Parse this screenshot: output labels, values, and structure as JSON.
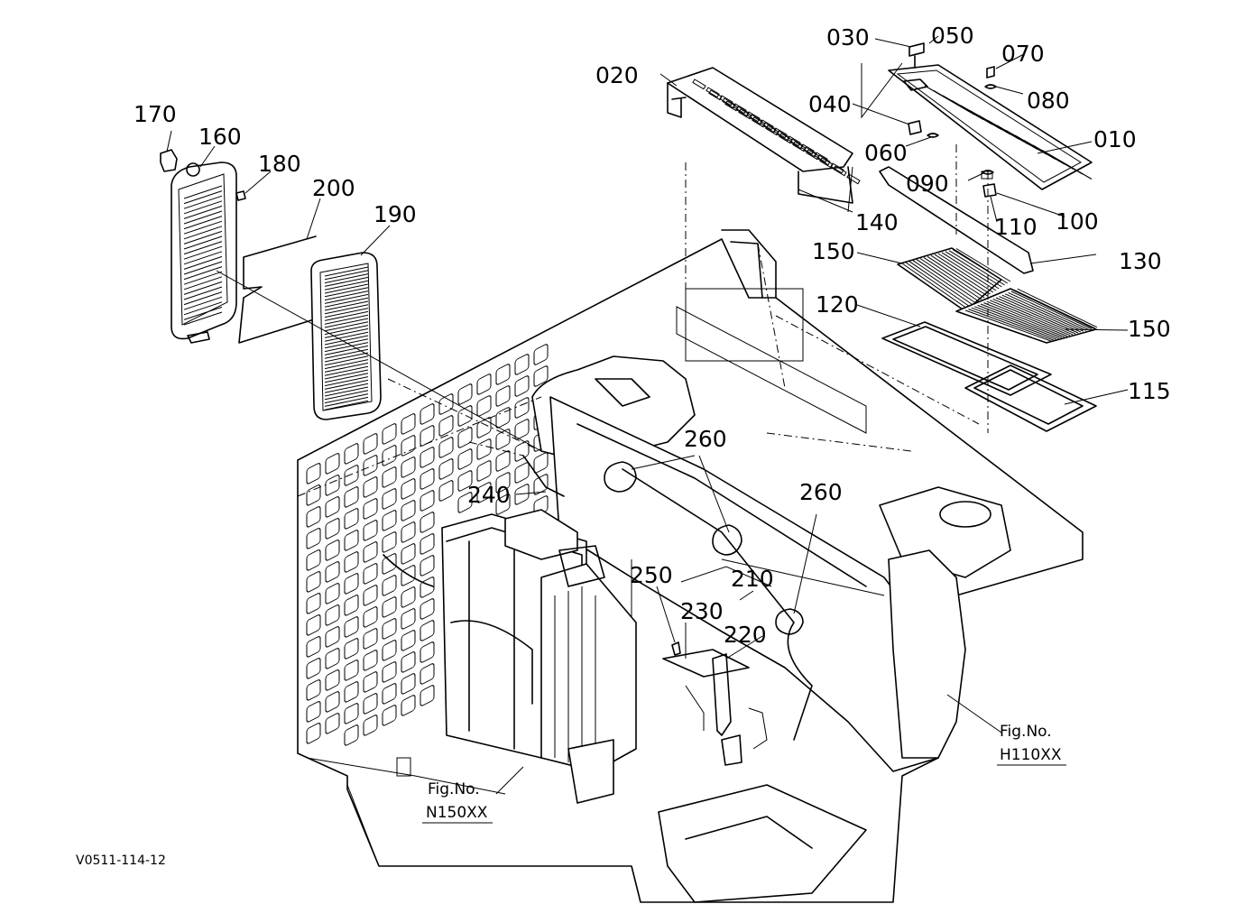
{
  "diagram": {
    "drawing_code": "V0511-114-12",
    "figure_refs": [
      {
        "line1": "Fig.No.",
        "line2": "N150XX"
      },
      {
        "line1": "Fig.No.",
        "line2": "H110XX"
      }
    ],
    "callouts": [
      "010",
      "020",
      "030",
      "040",
      "050",
      "060",
      "070",
      "080",
      "090",
      "100",
      "110",
      "115",
      "120",
      "130",
      "140",
      "150",
      "150",
      "160",
      "170",
      "180",
      "190",
      "200",
      "210",
      "220",
      "230",
      "240",
      "250",
      "260",
      "260"
    ]
  }
}
